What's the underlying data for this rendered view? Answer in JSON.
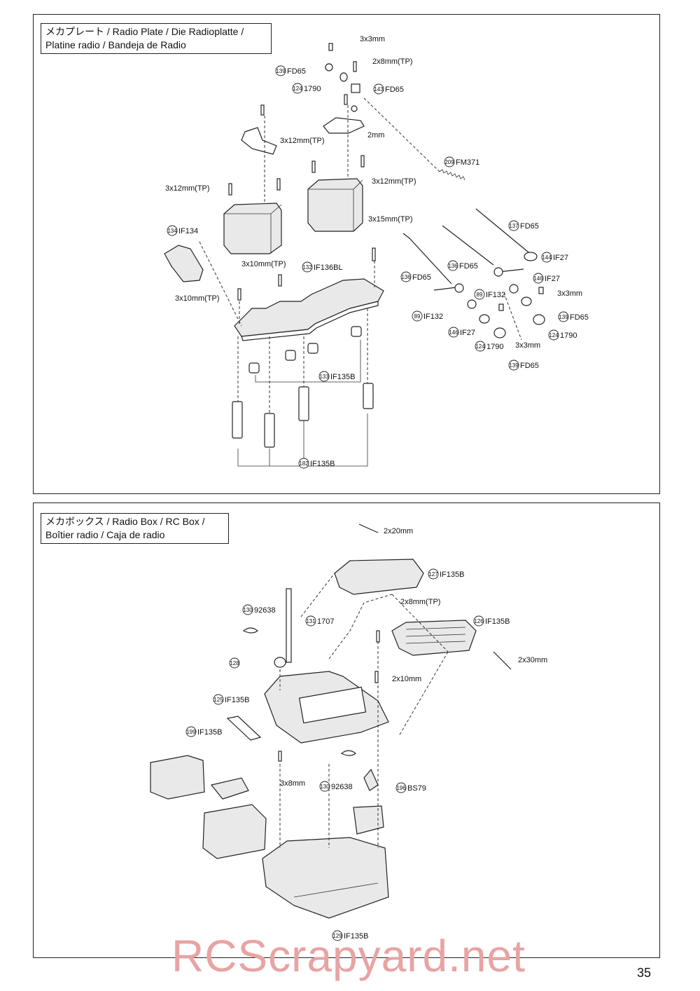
{
  "page_number": "35",
  "watermark": "RCScrapyard.net",
  "radio_plate": {
    "title_line1": "メカプレート / Radio Plate / Die Radioplatte /",
    "title_line2": "Platine radio / Bandeja de Radio",
    "labels": [
      {
        "num": "",
        "text": "3x3mm"
      },
      {
        "num": "139",
        "text": "FD65"
      },
      {
        "num": "",
        "text": "2x8mm(TP)"
      },
      {
        "num": "124",
        "text": "1790"
      },
      {
        "num": "143",
        "text": "FD65"
      },
      {
        "num": "",
        "text": "2mm"
      },
      {
        "num": "",
        "text": "3x12mm(TP)"
      },
      {
        "num": "209",
        "text": "FM371"
      },
      {
        "num": "",
        "text": "3x12mm(TP)"
      },
      {
        "num": "",
        "text": "3x12mm(TP)"
      },
      {
        "num": "137",
        "text": "FD65"
      },
      {
        "num": "",
        "text": "3x15mm(TP)"
      },
      {
        "num": "134",
        "text": "IF134"
      },
      {
        "num": "144",
        "text": "IF27"
      },
      {
        "num": "",
        "text": "3x10mm(TP)"
      },
      {
        "num": "132",
        "text": "IF136BL"
      },
      {
        "num": "136",
        "text": "FD65"
      },
      {
        "num": "136",
        "text": "FD65"
      },
      {
        "num": "146",
        "text": "IF27"
      },
      {
        "num": "89",
        "text": "IF132"
      },
      {
        "num": "",
        "text": "3x3mm"
      },
      {
        "num": "",
        "text": "3x10mm(TP)"
      },
      {
        "num": "89",
        "text": "IF132"
      },
      {
        "num": "139",
        "text": "FD65"
      },
      {
        "num": "146",
        "text": "IF27"
      },
      {
        "num": "124",
        "text": "1790"
      },
      {
        "num": "",
        "text": "3x3mm"
      },
      {
        "num": "124",
        "text": "1790"
      },
      {
        "num": "139",
        "text": "FD65"
      },
      {
        "num": "133",
        "text": "IF135B"
      },
      {
        "num": "182",
        "text": "IF135B"
      }
    ]
  },
  "radio_box": {
    "title_line1": "メカボックス / Radio Box / RC Box /",
    "title_line2": "Boîtier radio / Caja de radio",
    "labels": [
      {
        "num": "",
        "text": "2x20mm"
      },
      {
        "num": "127",
        "text": "IF135B"
      },
      {
        "num": "",
        "text": "2x8mm(TP)"
      },
      {
        "num": "130",
        "text": "92638"
      },
      {
        "num": "131",
        "text": "1707"
      },
      {
        "num": "126",
        "text": "IF135B"
      },
      {
        "num": "128",
        "text": ""
      },
      {
        "num": "",
        "text": "2x30mm"
      },
      {
        "num": "",
        "text": "2x10mm"
      },
      {
        "num": "125",
        "text": "IF135B"
      },
      {
        "num": "199",
        "text": "IF135B"
      },
      {
        "num": "",
        "text": "3x8mm"
      },
      {
        "num": "130",
        "text": "92638"
      },
      {
        "num": "196",
        "text": "BS79"
      },
      {
        "num": "129",
        "text": "IF135B"
      }
    ]
  }
}
